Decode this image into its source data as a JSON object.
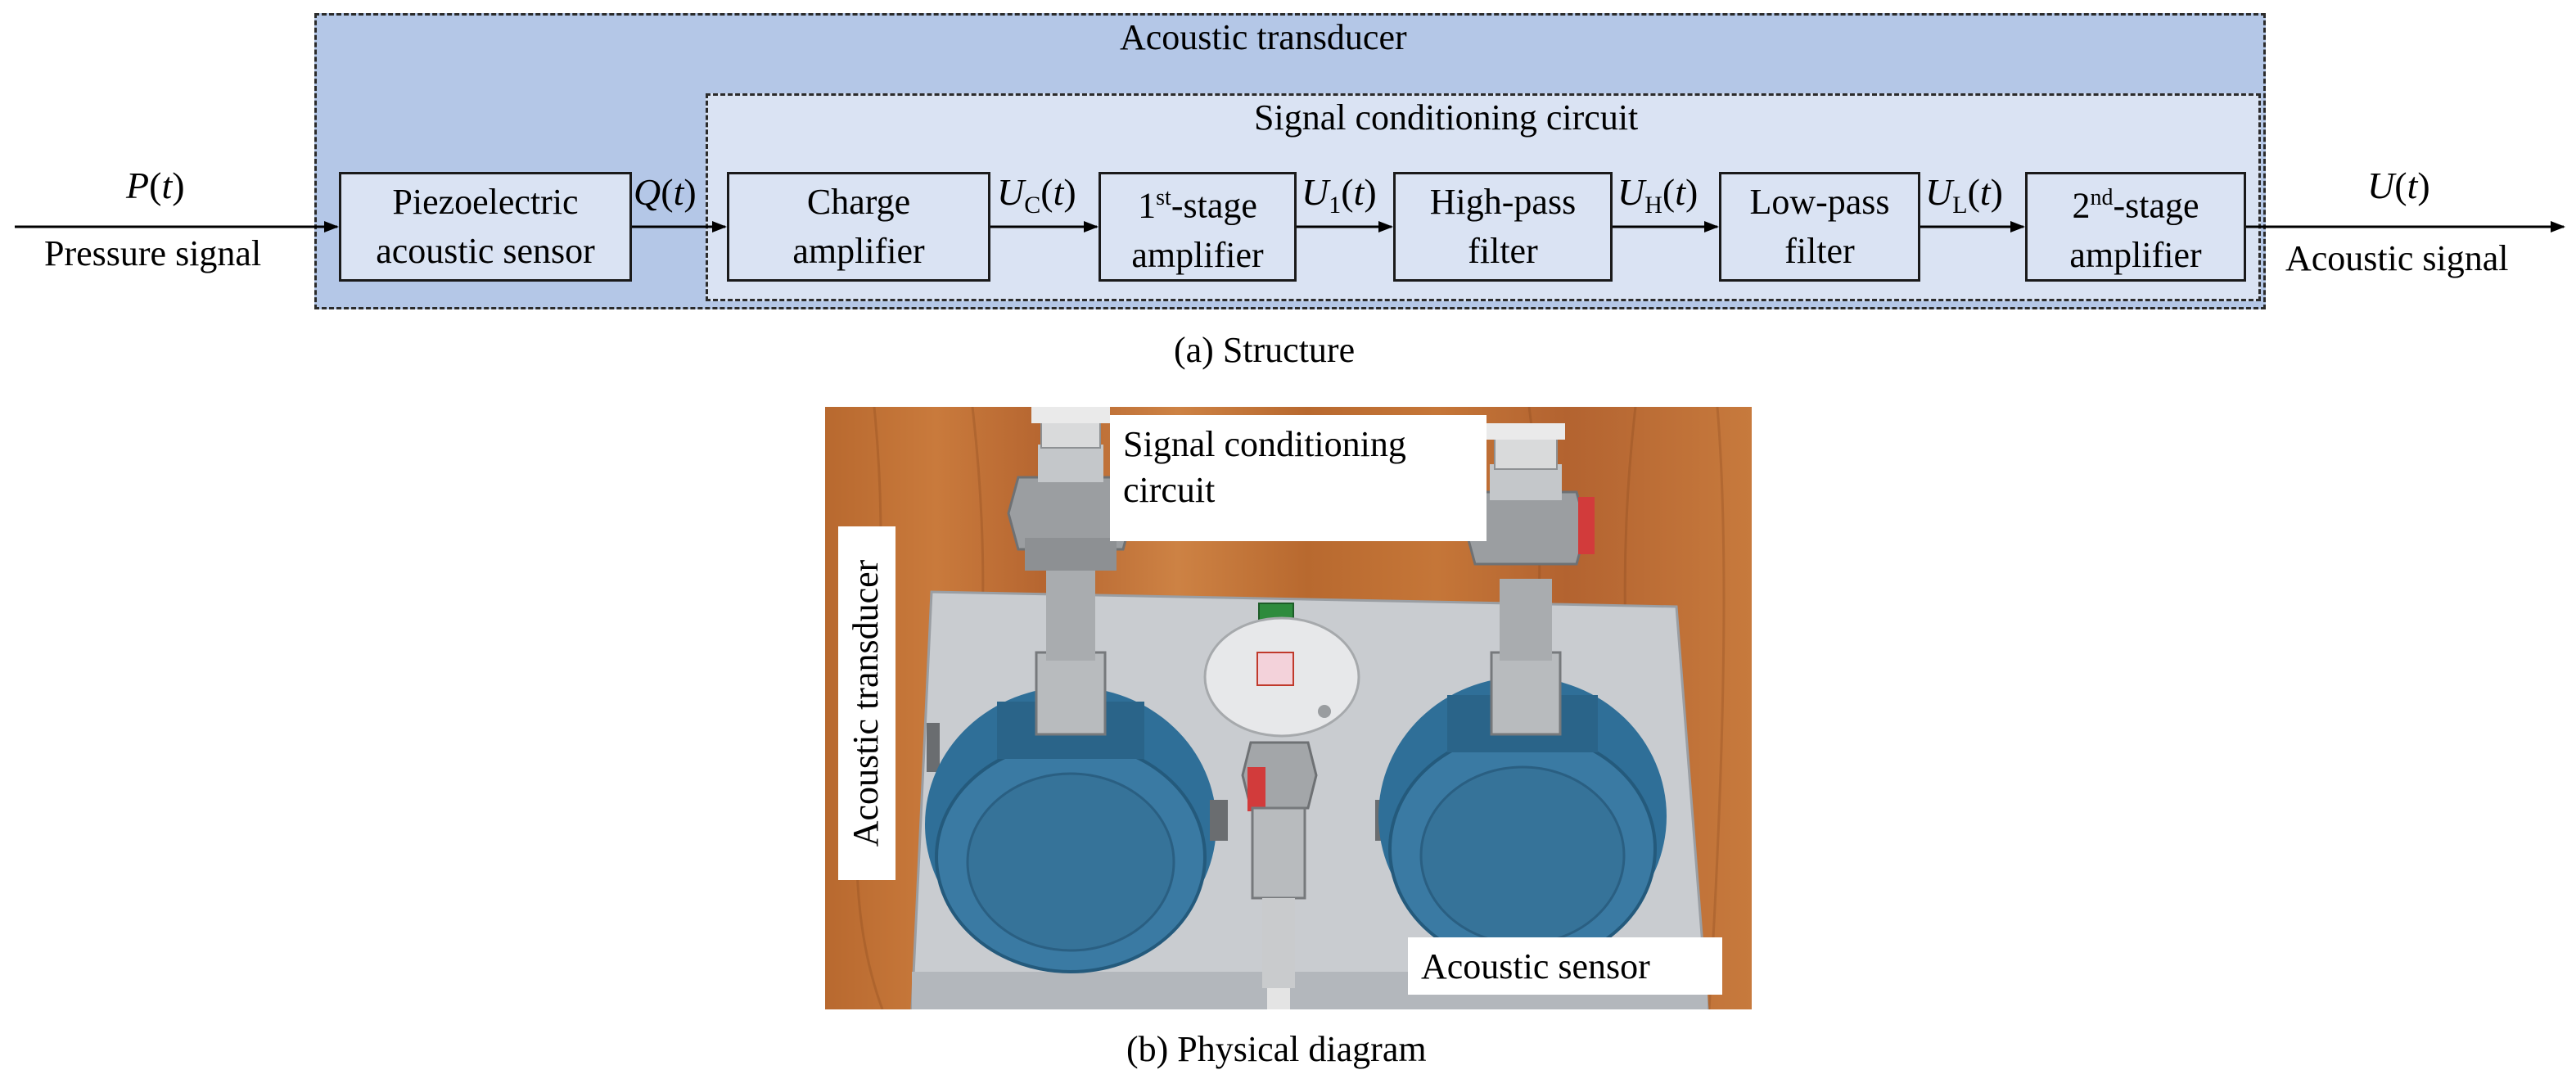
{
  "structure": {
    "outer_title": "Acoustic transducer",
    "inner_title": "Signal conditioning circuit",
    "blocks": [
      {
        "line1": "Piezoelectric",
        "line2": "acoustic sensor"
      },
      {
        "line1": "Charge",
        "line2": "amplifier"
      },
      {
        "line1_pre": "1",
        "line1_sup": "st",
        "line1_post": "-stage",
        "line2": "amplifier"
      },
      {
        "line1": "High-pass",
        "line2": "filter"
      },
      {
        "line1": "Low-pass",
        "line2": "filter"
      },
      {
        "line1_pre": "2",
        "line1_sup": "nd",
        "line1_post": "-stage",
        "line2": "amplifier"
      }
    ],
    "signals": {
      "input_var": "P",
      "input_label": "Pressure signal",
      "q": "Q",
      "uc_main": "U",
      "uc_sub": "C",
      "u1_main": "U",
      "u1_sub": "1",
      "uh_main": "U",
      "uh_sub": "H",
      "ul_main": "U",
      "ul_sub": "L",
      "output_var": "U",
      "output_label": "Acoustic signal",
      "time_arg": "t"
    },
    "caption": "(a) Structure"
  },
  "physical": {
    "label_circuit_line1": "Signal conditioning",
    "label_circuit_line2": "circuit",
    "label_transducer": "Acoustic transducer",
    "label_sensor": "Acoustic sensor",
    "caption": "(b) Physical diagram"
  },
  "colors": {
    "outer_fill": "#b4c7e7",
    "inner_fill": "#dae3f3",
    "arrow_red": "#e31a1c",
    "housing_blue": "#2f6f98",
    "wood": "#c07236"
  }
}
